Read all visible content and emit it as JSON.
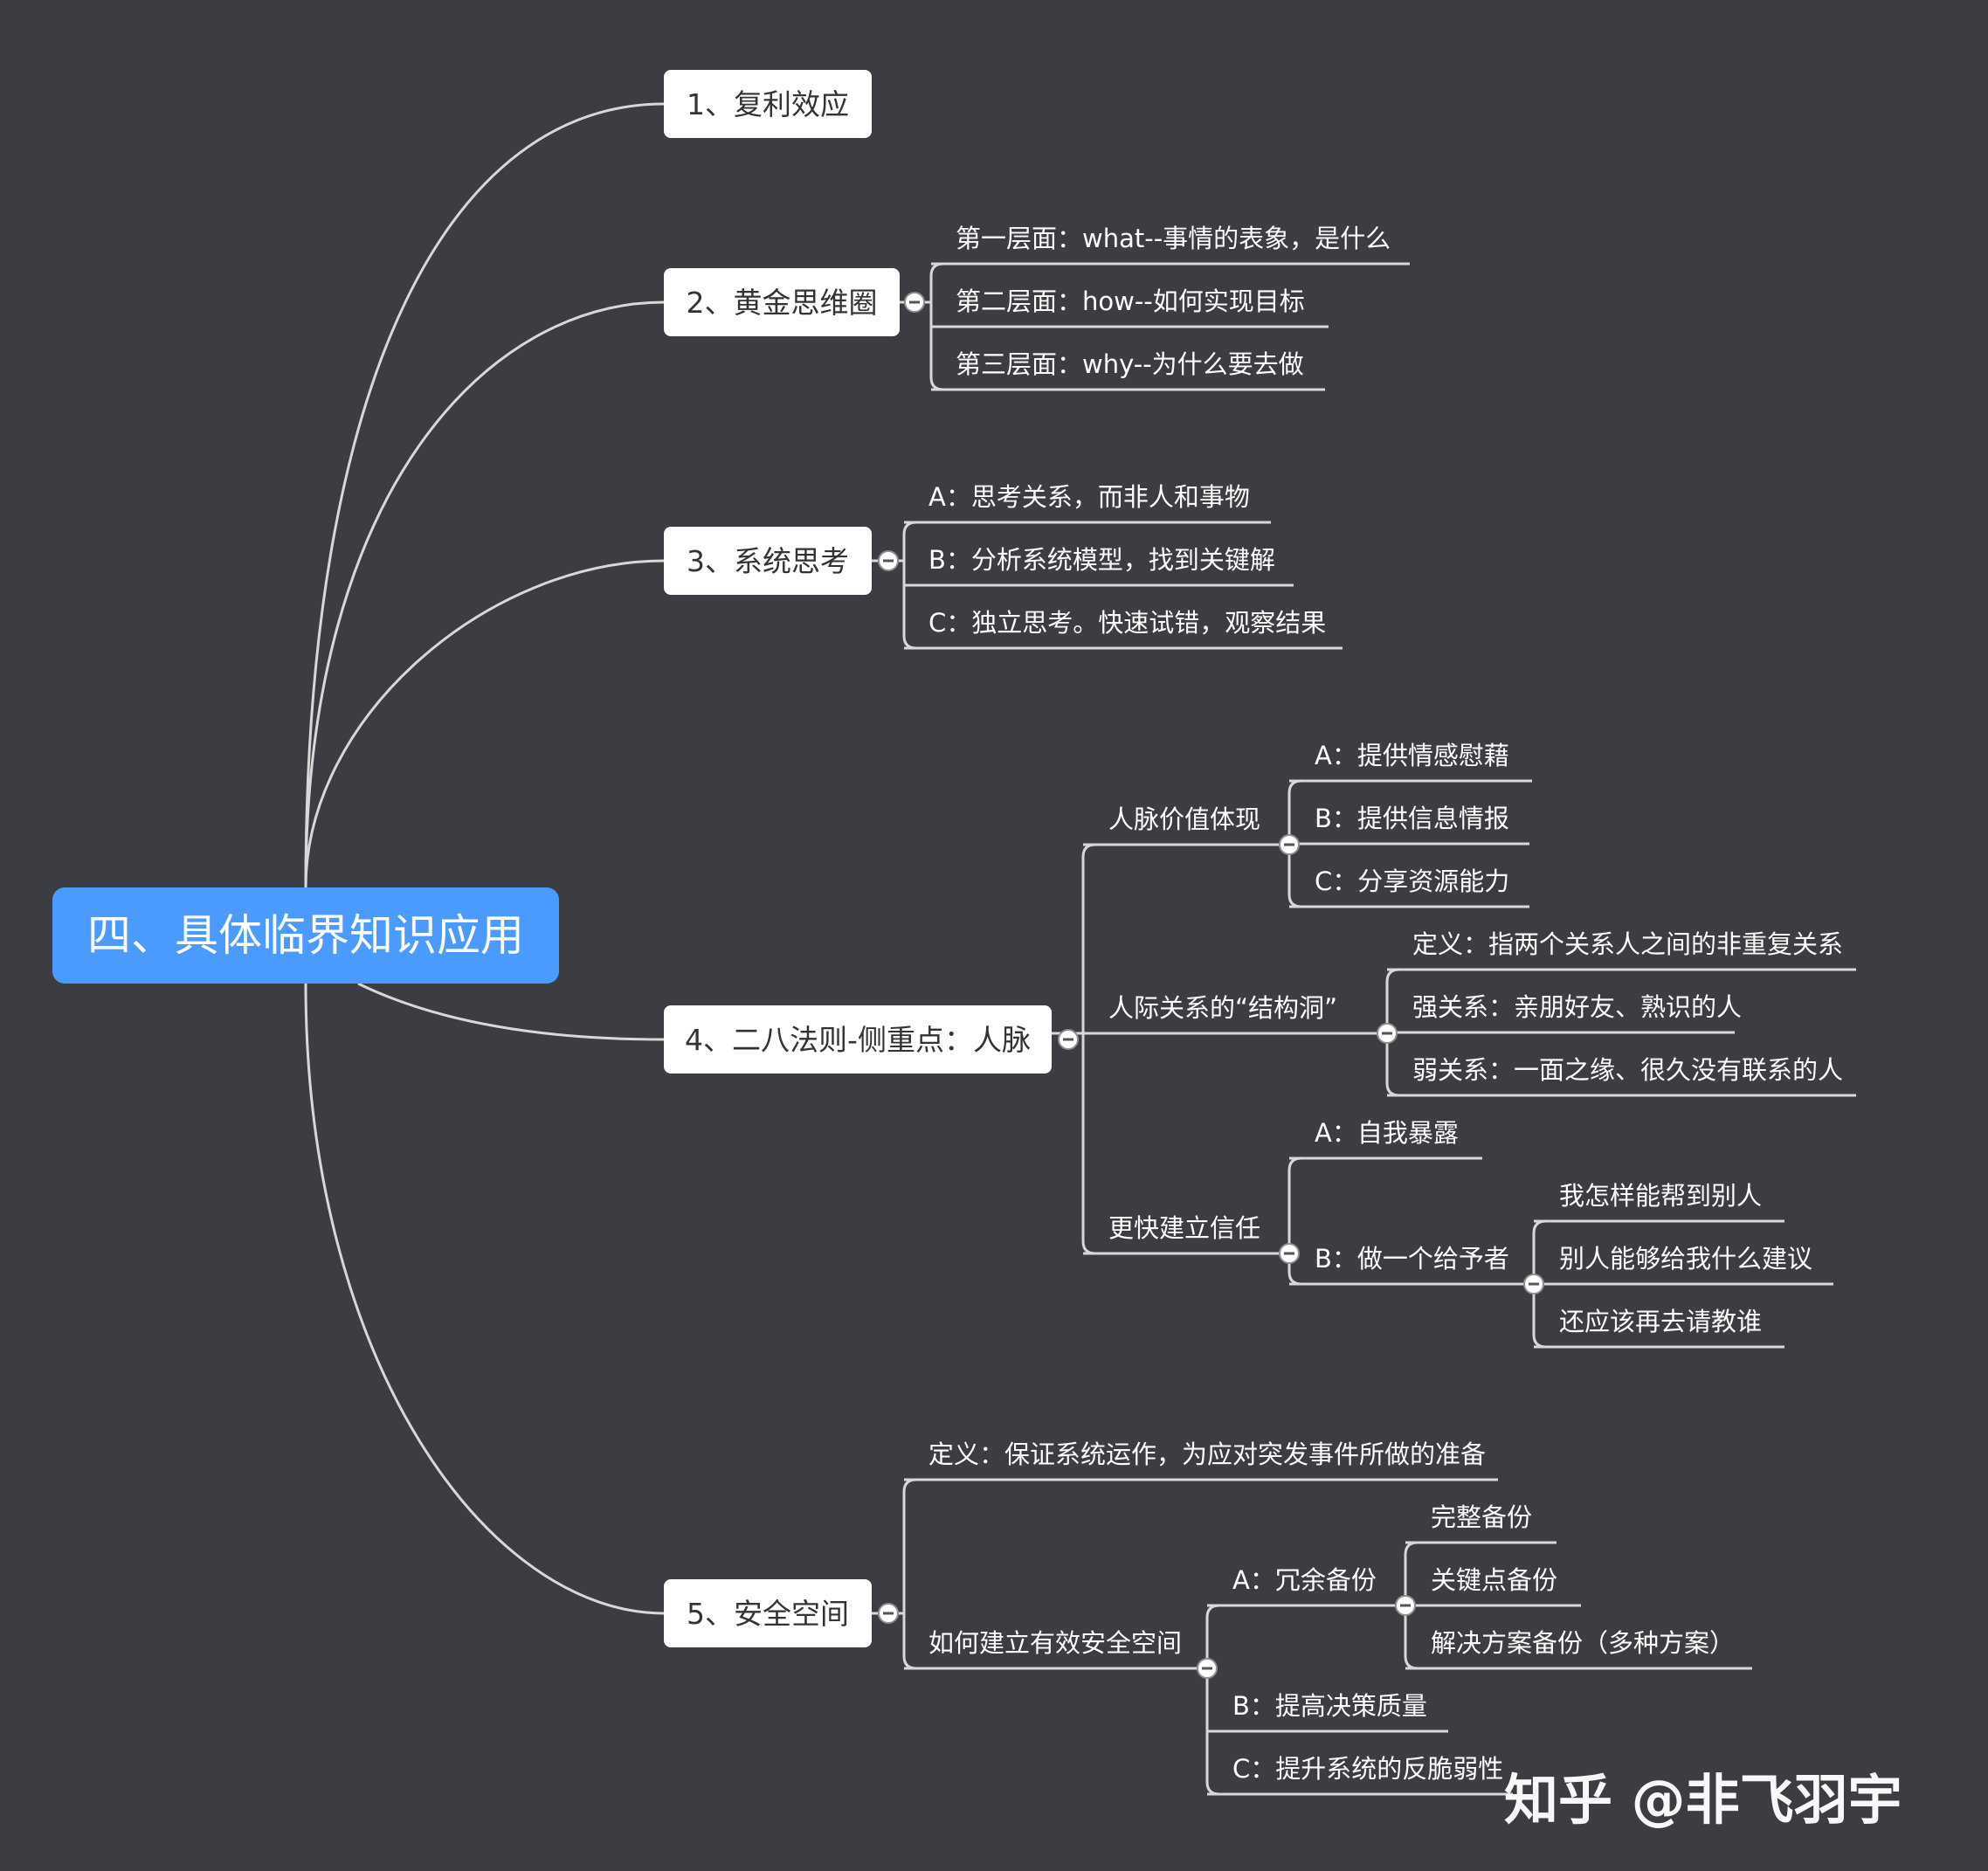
{
  "root": {
    "label": "四、具体临界知识应用"
  },
  "branches": [
    {
      "label": "1、复利效应"
    },
    {
      "label": "2、黄金思维圈",
      "children": [
        "第一层面：what--事情的表象，是什么",
        "第二层面：how--如何实现目标",
        "第三层面：why--为什么要去做"
      ]
    },
    {
      "label": "3、系统思考",
      "children": [
        "A：思考关系，而非人和事物",
        "B：分析系统模型，找到关键解",
        "C：独立思考。快速试错，观察结果"
      ]
    },
    {
      "label": "4、二八法则-侧重点：人脉",
      "groups": [
        {
          "label": "人脉价值体现",
          "children": [
            "A：提供情感慰藉",
            "B：提供信息情报",
            "C：分享资源能力"
          ]
        },
        {
          "label": "人际关系的“结构洞”",
          "children": [
            "定义：指两个关系人之间的非重复关系",
            "强关系：亲朋好友、熟识的人",
            "弱关系：一面之缘、很久没有联系的人"
          ]
        },
        {
          "label": "更快建立信任",
          "children": [
            "A：自我暴露"
          ],
          "sub": {
            "label": "B：做一个给予者",
            "children": [
              "我怎样能帮到别人",
              "别人能够给我什么建议",
              "还应该再去请教谁"
            ]
          }
        }
      ]
    },
    {
      "label": "5、安全空间",
      "definition": "定义：保证系统运作，为应对突发事件所做的准备",
      "how": {
        "label": "如何建立有效安全空间",
        "sub": {
          "label": "A：冗余备份",
          "children": [
            "完整备份",
            "关键点备份",
            "解决方案备份（多种方案）"
          ]
        },
        "children": [
          "B：提高决策质量",
          "C：提升系统的反脆弱性"
        ]
      }
    }
  ],
  "watermark": "知乎 @非飞羽宇",
  "colors": {
    "background": "#3c3d42",
    "root_fill": "#4b9bff",
    "box_fill": "#ffffff",
    "line": "#d8d8d8"
  },
  "icons": [
    "collapse-minus-icon"
  ]
}
